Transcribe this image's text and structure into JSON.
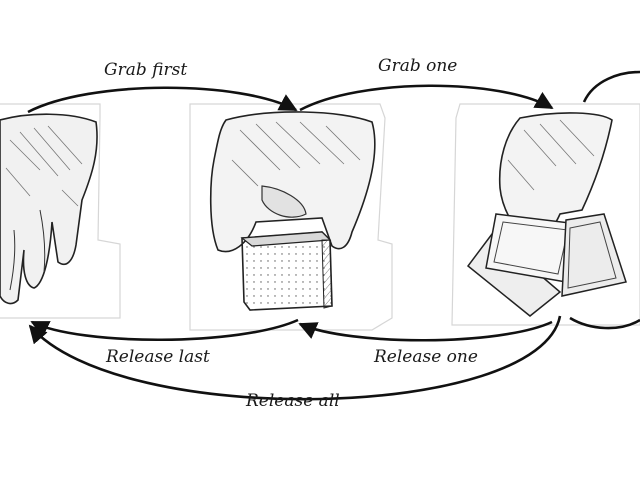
{
  "diagram": {
    "transitions": {
      "grab_first": "Grab first",
      "grab_one": "Grab one",
      "release_last": "Release last",
      "release_one": "Release one",
      "release_all": "Release all"
    },
    "states": [
      {
        "name": "open-hand"
      },
      {
        "name": "holding-one-block"
      },
      {
        "name": "holding-multiple-blocks"
      }
    ]
  }
}
